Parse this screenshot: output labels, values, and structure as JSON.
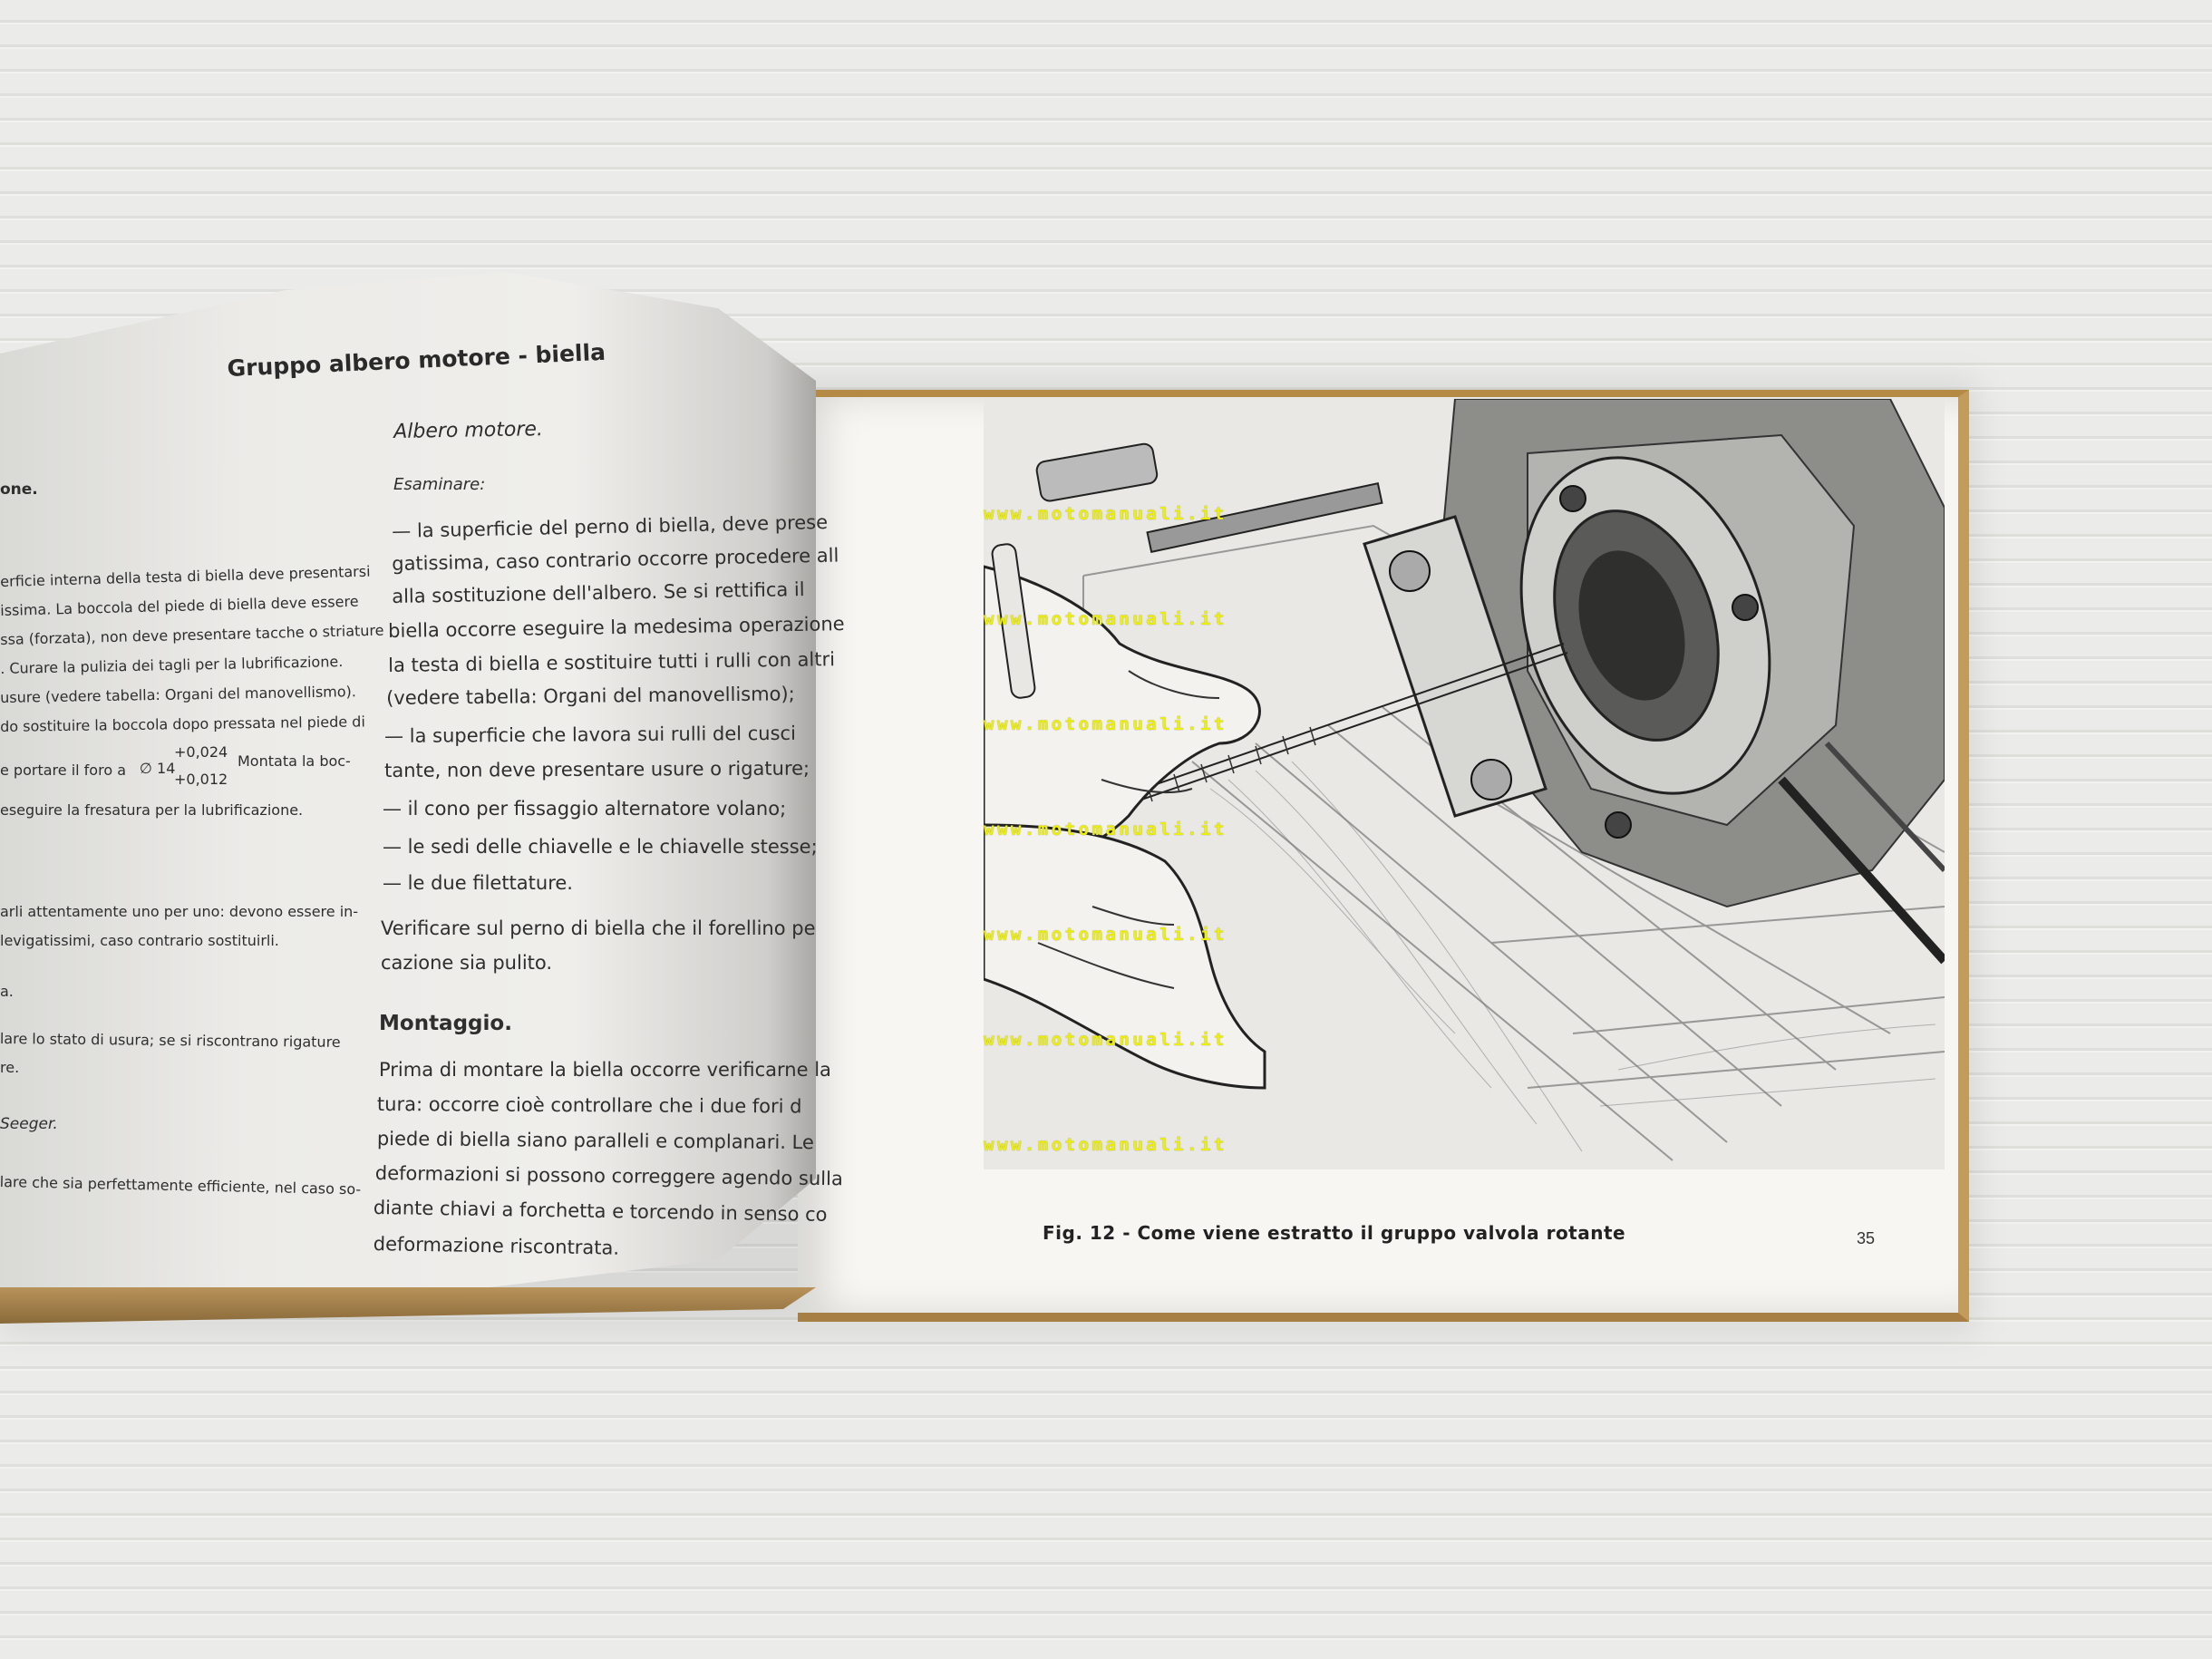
{
  "left_page": {
    "title": "Gruppo albero motore - biella",
    "left_column": {
      "fragment_heading": "one.",
      "lines": [
        "erficie interna della testa di biella deve presentarsi",
        "issima. La boccola del piede di biella deve essere",
        "ssa (forzata), non deve presentare tacche o striature",
        ". Curare la pulizia dei tagli per la lubrificazione.",
        "usure (vedere tabella: Organi del manovellismo).",
        "do sostituire la boccola dopo pressata nel piede di",
        "e portare il foro a",
        "Montata la boc-",
        "eseguire la fresatura per la lubrificazione.",
        "arli attentamente uno per uno: devono essere in-",
        "levigatissimi, caso contrario sostituirli.",
        "a.",
        "lare lo stato di usura; se si riscontrano rigature",
        "re.",
        "Seeger.",
        "lare che sia perfettamente efficiente, nel caso so-"
      ],
      "bore_symbol": "∅ 14",
      "tolerance_upper": "+0,024",
      "tolerance_lower": "+0,012"
    },
    "right_column": {
      "subheading": "Albero motore.",
      "examine_label": "Esaminare:",
      "lines": [
        "— la superficie del perno di biella, deve prese",
        "gatissima, caso contrario occorre procedere all",
        "alla sostituzione dell'albero. Se si rettifica il",
        "biella occorre eseguire la medesima operazione",
        "la testa di biella e sostituire tutti i rulli con altri",
        "(vedere tabella: Organi del manovellismo);",
        "— la superficie che lavora sui rulli del cusci",
        "tante, non deve presentare usure o rigature;",
        "— il cono per fissaggio alternatore volano;",
        "— le sedi delle chiavelle e le chiavelle stesse;",
        "— le due filettature.",
        "Verificare sul perno di biella che il forellino pe",
        "cazione sia pulito."
      ],
      "montaggio_heading": "Montaggio.",
      "montaggio_lines": [
        "Prima di montare la biella occorre verificarne la",
        "tura: occorre cioè controllare che i due fori d",
        "piede di biella siano paralleli e complanari. Le",
        "deformazioni si possono correggere agendo sulla",
        "diante chiavi a forchetta e torcendo in senso co",
        "deformazione riscontrata."
      ]
    }
  },
  "right_page": {
    "caption": "Fig. 12 - Come viene estratto il gruppo valvola rotante",
    "page_number": "35",
    "watermarks": [
      "www.motomanuali.it",
      "www.motomanuali.it",
      "www.motomanuali.it",
      "www.motomanuali.it",
      "www.motomanuali.it",
      "www.motomanuali.it",
      "www.motomanuali.it"
    ],
    "illustration": "engine-crankcase-puller-drawing"
  },
  "colors": {
    "paper": "#f7f6f2",
    "page_edge": "#b48a45",
    "watermark": "#eef000",
    "ink": "#2e2e2e"
  }
}
